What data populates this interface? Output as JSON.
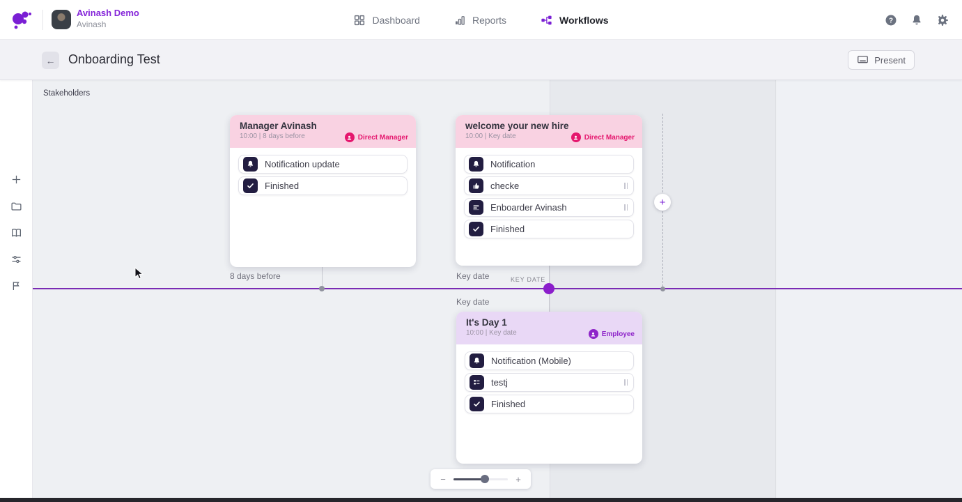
{
  "topnav": {
    "user": {
      "name": "Avinash Demo",
      "subtitle": "Avinash"
    },
    "items": [
      {
        "label": "Dashboard"
      },
      {
        "label": "Reports"
      },
      {
        "label": "Workflows"
      }
    ],
    "help_glyph": "?"
  },
  "subheader": {
    "title": "Onboarding Test",
    "back_glyph": "←",
    "present_label": "Present"
  },
  "sidebar": {
    "icons": [
      "add",
      "folder",
      "library",
      "tune-settings",
      "flag"
    ]
  },
  "canvas": {
    "stakeholders_label": "Stakeholders",
    "timeline": {
      "label_before": "8 days before",
      "label_key_date": "Key date",
      "label_key_date_caps": "KEY DATE",
      "label_key_date_below": "Key date"
    },
    "add_step_glyph": "+",
    "cards": [
      {
        "title": "Manager Avinash",
        "subtitle": "10:00 | 8 days before",
        "header_color": "#f9d2e2",
        "badge": {
          "label": "Direct Manager",
          "color": "#e5176e"
        },
        "items": [
          {
            "label": "Notification update",
            "icon": "notification-bell"
          },
          {
            "label": "Finished",
            "icon": "finished-check"
          }
        ]
      },
      {
        "title": "welcome your new hire",
        "subtitle": "10:00 | Key date",
        "header_color": "#f9d2e2",
        "badge": {
          "label": "Direct Manager",
          "color": "#e5176e"
        },
        "items": [
          {
            "label": "Notification",
            "icon": "notification-bell"
          },
          {
            "label": "checke",
            "icon": "thumbs-up",
            "drag": true
          },
          {
            "label": "Enboarder Avinash",
            "icon": "document-lines",
            "drag": true
          },
          {
            "label": "Finished",
            "icon": "finished-check"
          }
        ]
      },
      {
        "title": "It's Day 1",
        "subtitle": "10:00 | Key date",
        "header_color": "#e9d8f6",
        "badge": {
          "label": "Employee",
          "color": "#8e24c9"
        },
        "items": [
          {
            "label": "Notification (Mobile)",
            "icon": "notification-bell"
          },
          {
            "label": "testj",
            "icon": "form-fields",
            "drag": true
          },
          {
            "label": "Finished",
            "icon": "finished-check"
          }
        ]
      }
    ],
    "zoom_control": {
      "minus_label": "−",
      "plus_label": "+",
      "level_pct": 58
    }
  },
  "colors": {
    "brand_purple": "#7a1fd4",
    "timeline_line": "#7a2bb4",
    "key_date_dot": "#8b1ecb",
    "direct_manager": "#e5176e",
    "employee": "#8e24c9",
    "icon_tile_bg": "#221d41",
    "card_header_pink": "#f9d2e2",
    "card_header_purple": "#e9d8f6"
  }
}
